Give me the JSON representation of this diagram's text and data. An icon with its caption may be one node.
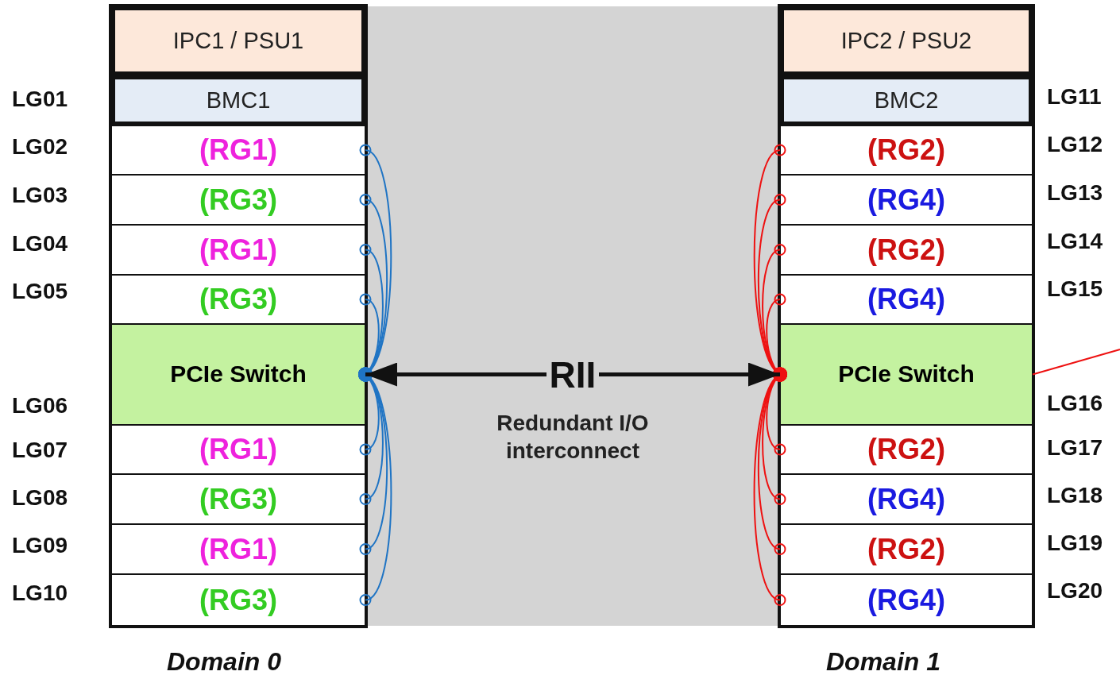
{
  "diagram": {
    "nodes": [
      {
        "text": [],
        "shape": "box",
        "beside": [
          "Domain 0"
        ]
      },
      {
        "text": [
          "IPC1 / PSU1"
        ],
        "in": 0
      },
      {
        "text": [
          "BMC1"
        ],
        "in": 0,
        "beside": [
          "LG01"
        ]
      },
      {
        "text": [
          "(RG1)"
        ],
        "in": 0,
        "beside": [
          "LG02"
        ]
      },
      {
        "text": [
          "(RG3)"
        ],
        "in": 0,
        "beside": [
          "LG03"
        ]
      },
      {
        "text": [
          "(RG1)"
        ],
        "in": 0,
        "beside": [
          "LG04"
        ]
      },
      {
        "text": [
          "(RG3)"
        ],
        "in": 0,
        "beside": [
          "LG05"
        ]
      },
      {
        "text": [
          "PCIe Switch"
        ],
        "in": 0,
        "beside": [
          "LG06"
        ]
      },
      {
        "text": [
          "(RG1)"
        ],
        "in": 0,
        "beside": [
          "LG07"
        ]
      },
      {
        "text": [
          "(RG3)"
        ],
        "in": 0,
        "beside": [
          "LG08"
        ]
      },
      {
        "text": [
          "(RG1)"
        ],
        "in": 0,
        "beside": [
          "LG09"
        ]
      },
      {
        "text": [
          "(RG3)"
        ],
        "in": 0,
        "beside": [
          "LG10"
        ]
      },
      {
        "text": [],
        "shape": "box",
        "beside": [
          "Domain 1"
        ]
      },
      {
        "text": [
          "IPC2 / PSU2"
        ],
        "in": 12
      },
      {
        "text": [
          "BMC2"
        ],
        "in": 12,
        "beside": [
          "LG11"
        ]
      },
      {
        "text": [
          "(RG2)"
        ],
        "in": 12,
        "beside": [
          "LG12"
        ]
      },
      {
        "text": [
          "(RG4)"
        ],
        "in": 12,
        "beside": [
          "LG13"
        ]
      },
      {
        "text": [
          "(RG2)"
        ],
        "in": 12,
        "beside": [
          "LG14"
        ]
      },
      {
        "text": [
          "(RG4)"
        ],
        "in": 12,
        "beside": [
          "LG15"
        ]
      },
      {
        "text": [
          "PCIe Switch"
        ],
        "in": 12,
        "beside": [
          "LG16"
        ]
      },
      {
        "text": [
          "(RG2)"
        ],
        "in": 12,
        "beside": [
          "LG17"
        ]
      },
      {
        "text": [
          "(RG4)"
        ],
        "in": 12,
        "beside": [
          "LG18"
        ]
      },
      {
        "text": [
          "(RG2)"
        ],
        "in": 12,
        "beside": [
          "LG19"
        ]
      },
      {
        "text": [
          "(RG4)"
        ],
        "in": 12,
        "beside": [
          "LG20"
        ]
      }
    ],
    "edges": [
      {
        "from": 3,
        "to": 7,
        "arrow": "other",
        "color": "#1f74c4"
      },
      {
        "from": 4,
        "to": 7,
        "arrow": "other",
        "color": "#1f74c4"
      },
      {
        "from": 5,
        "to": 7,
        "arrow": "other",
        "color": "#1f74c4"
      },
      {
        "from": 6,
        "to": 7,
        "arrow": "other",
        "color": "#1f74c4"
      },
      {
        "from": 8,
        "to": 7,
        "arrow": "other",
        "color": "#1f74c4"
      },
      {
        "from": 9,
        "to": 7,
        "arrow": "other",
        "color": "#1f74c4"
      },
      {
        "from": 10,
        "to": 7,
        "arrow": "other",
        "color": "#1f74c4"
      },
      {
        "from": 11,
        "to": 7,
        "arrow": "other",
        "color": "#1f74c4"
      },
      {
        "from": 15,
        "to": 19,
        "arrow": "other",
        "color": "#ee1111"
      },
      {
        "from": 16,
        "to": 19,
        "arrow": "other",
        "color": "#ee1111"
      },
      {
        "from": 17,
        "to": 19,
        "arrow": "other",
        "color": "#ee1111"
      },
      {
        "from": 18,
        "to": 19,
        "arrow": "other",
        "color": "#ee1111"
      },
      {
        "from": 20,
        "to": 19,
        "arrow": "other",
        "color": "#ee1111"
      },
      {
        "from": 21,
        "to": 19,
        "arrow": "other",
        "color": "#ee1111"
      },
      {
        "from": 22,
        "to": 19,
        "arrow": "other",
        "color": "#ee1111"
      },
      {
        "from": 23,
        "to": 19,
        "arrow": "other",
        "color": "#ee1111"
      },
      {
        "from": 7,
        "to": 19,
        "arrow": "both",
        "label": "RII",
        "style": "thick",
        "color": "#111111"
      },
      {
        "from": 19,
        "to": null,
        "arrow": "none",
        "color": "#ee1111"
      }
    ],
    "labels": [
      "Redundant I/O interconnect"
    ]
  }
}
